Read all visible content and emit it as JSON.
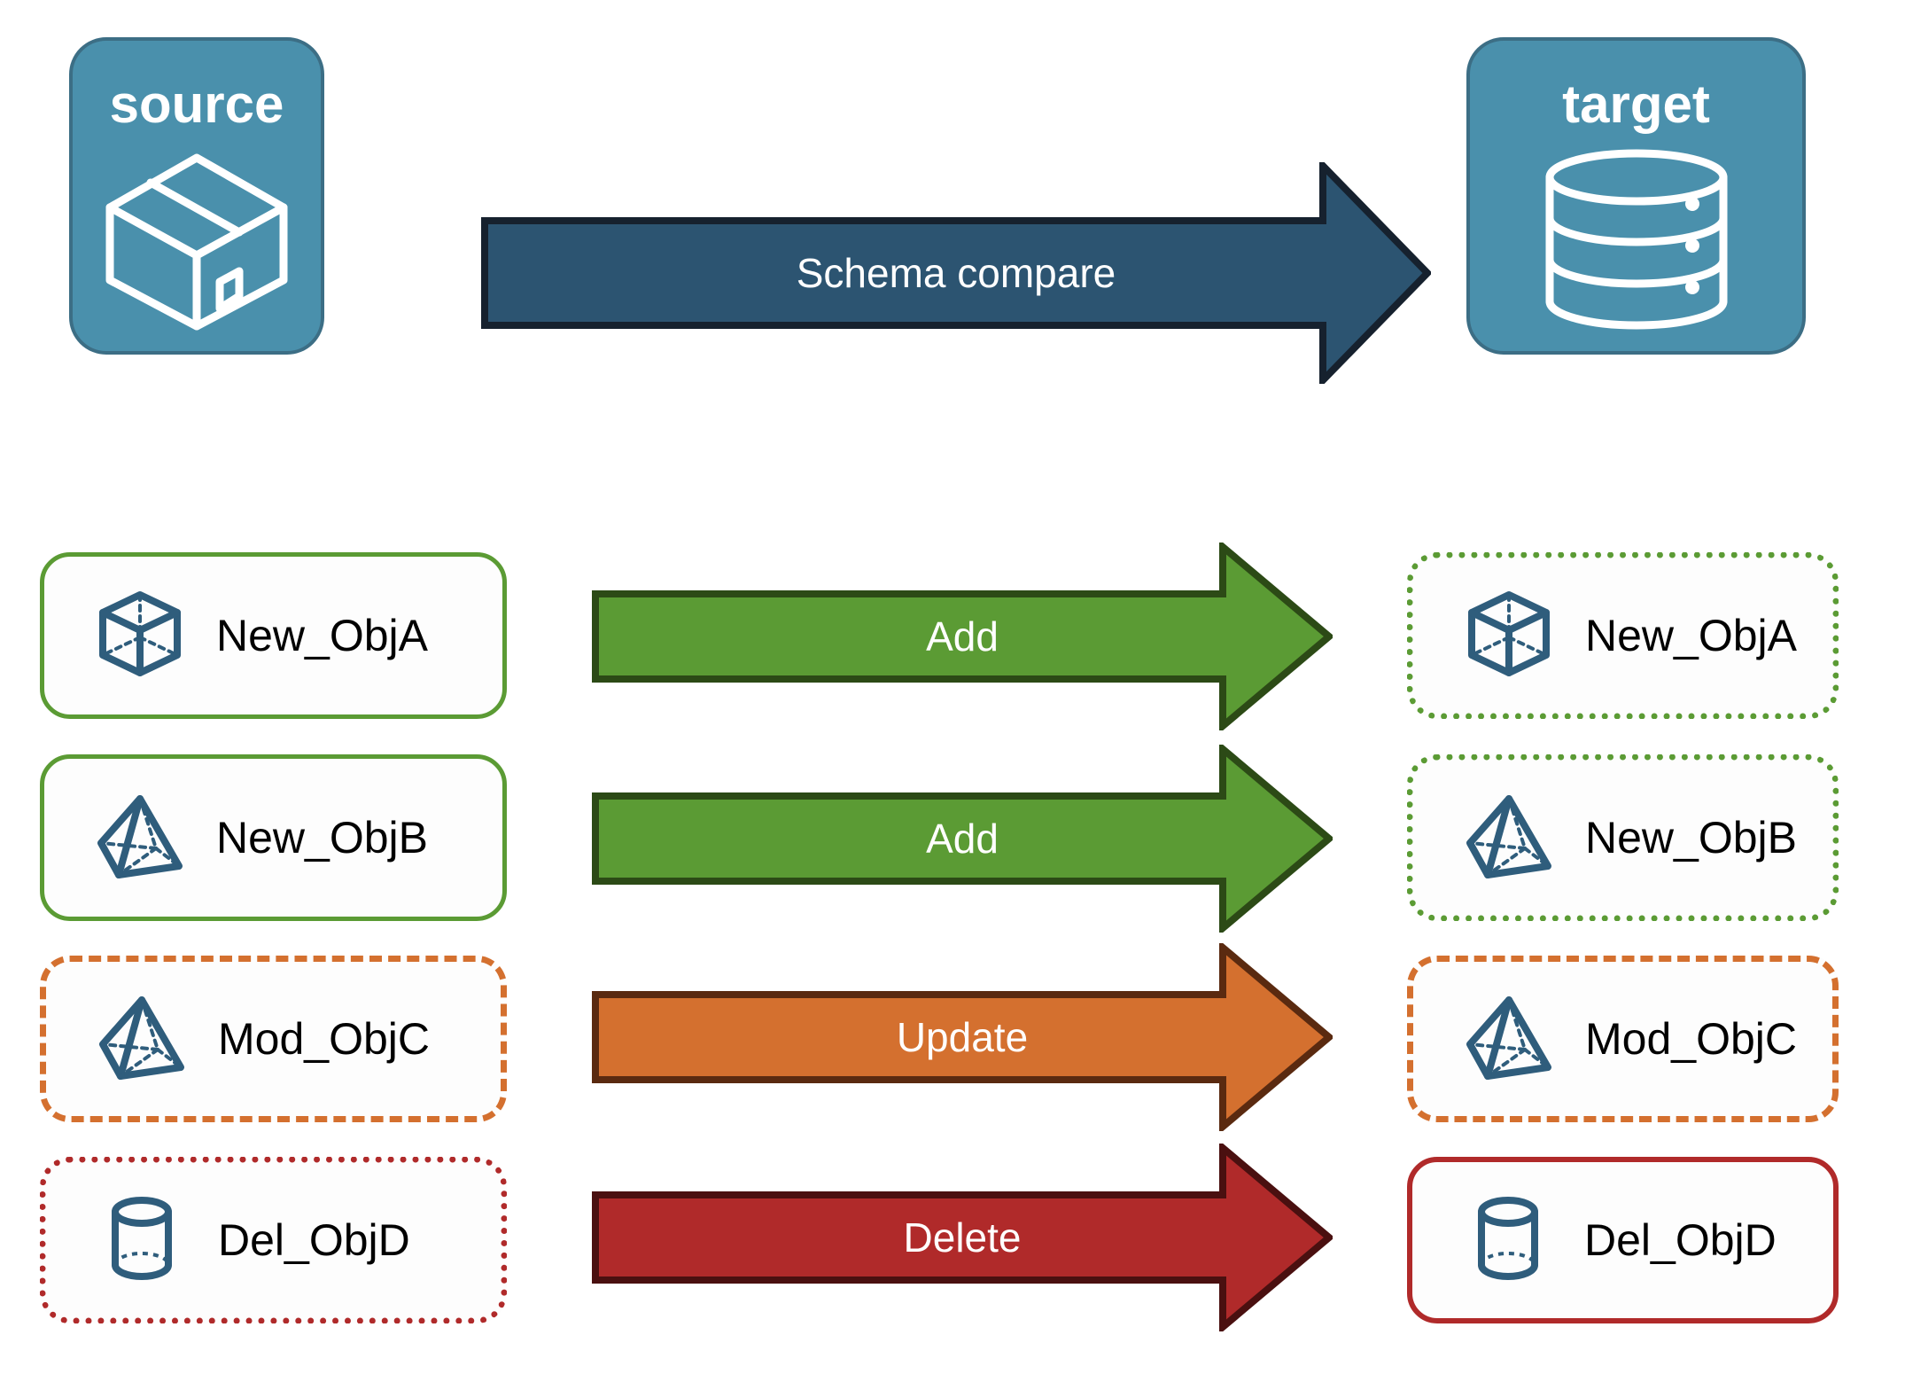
{
  "diagram": {
    "title": "Schema compare source to target",
    "colors": {
      "endpoint_fill": "#4A90AC",
      "endpoint_border": "#3C6E85",
      "compare_arrow_fill": "#2C5471",
      "compare_arrow_border": "#16212E",
      "add_green": "#5B9B34",
      "add_green_border": "#2C4A16",
      "update_orange": "#D4702F",
      "update_orange_border": "#5A2A10",
      "delete_red": "#B02A2A",
      "delete_red_border": "#4A1010",
      "object_icon_blue": "#2F5D7C",
      "card_text": "#000000"
    }
  },
  "endpoints": {
    "source": {
      "label": "source",
      "icon": "package-box-icon"
    },
    "target": {
      "label": "target",
      "icon": "database-cylinder-icon"
    }
  },
  "compare": {
    "label": "Schema compare",
    "icon": "right-arrow-icon"
  },
  "rows": [
    {
      "action": "Add",
      "arrow_icon": "right-arrow-icon",
      "arrow_color": "#5B9B34",
      "source": {
        "label": "New_ObjA",
        "icon": "wireframe-cube-icon",
        "border_style": "solid",
        "border_color": "#5B9B34"
      },
      "target": {
        "label": "New_ObjA",
        "icon": "wireframe-cube-icon",
        "border_style": "dotted",
        "border_color": "#5B9B34"
      }
    },
    {
      "action": "Add",
      "arrow_icon": "right-arrow-icon",
      "arrow_color": "#5B9B34",
      "source": {
        "label": "New_ObjB",
        "icon": "wireframe-pyramid-icon",
        "border_style": "solid",
        "border_color": "#5B9B34"
      },
      "target": {
        "label": "New_ObjB",
        "icon": "wireframe-pyramid-icon",
        "border_style": "dotted",
        "border_color": "#5B9B34"
      }
    },
    {
      "action": "Update",
      "arrow_icon": "right-arrow-icon",
      "arrow_color": "#D4702F",
      "source": {
        "label": "Mod_ObjC",
        "icon": "wireframe-pyramid-icon",
        "border_style": "dashed",
        "border_color": "#D4702F"
      },
      "target": {
        "label": "Mod_ObjC",
        "icon": "wireframe-pyramid-icon",
        "border_style": "dashed",
        "border_color": "#D4702F"
      }
    },
    {
      "action": "Delete",
      "arrow_icon": "right-arrow-icon",
      "arrow_color": "#B02A2A",
      "source": {
        "label": "Del_ObjD",
        "icon": "wireframe-cylinder-icon",
        "border_style": "dotted",
        "border_color": "#B02A2A"
      },
      "target": {
        "label": "Del_ObjD",
        "icon": "wireframe-cylinder-icon",
        "border_style": "solid",
        "border_color": "#B02A2A"
      }
    }
  ]
}
